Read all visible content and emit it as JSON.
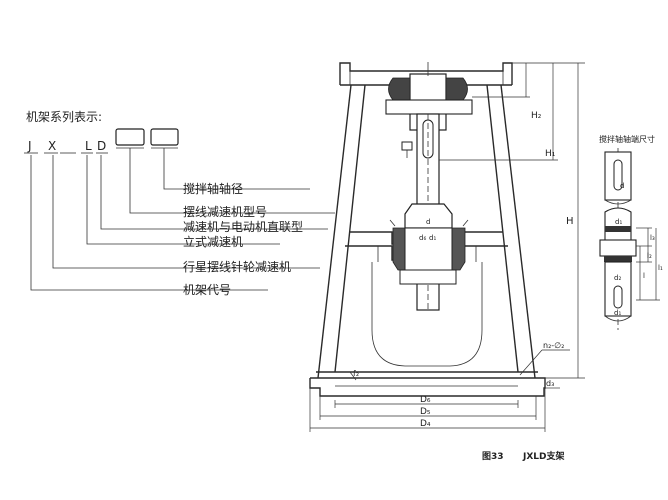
{
  "legend": {
    "title": "机架系列表示:",
    "code_letters": [
      "J",
      "X",
      "L",
      "D"
    ],
    "items": [
      {
        "label": "搅拌轴轴径"
      },
      {
        "label": "摆线减速机型号"
      },
      {
        "label": "减速机与电动机直联型"
      },
      {
        "label": "立式减速机"
      },
      {
        "label": "行星摆线针轮减速机"
      },
      {
        "label": "机架代号"
      }
    ]
  },
  "frame": {
    "dims": {
      "H": "H",
      "H1": "H₁",
      "H2": "H₂",
      "D4": "D₄",
      "D5": "D₅",
      "D6": "D₆",
      "d": "d",
      "d3": "d₃",
      "f2": "f₂",
      "holes": "n₂-∅₂",
      "inner_a": "d",
      "inner_b": "d₆",
      "inner_c": "d₁"
    },
    "caption_fig": "图33",
    "caption_name": "JXLD支架"
  },
  "shaft": {
    "title": "搅拌轴轴端尺寸",
    "labels": {
      "d": "d",
      "d1": "d₁",
      "d2": "d₂",
      "d1b": "d₁",
      "l": "l",
      "l1": "l₁",
      "l2": "l₂",
      "l3": "l₃"
    }
  }
}
